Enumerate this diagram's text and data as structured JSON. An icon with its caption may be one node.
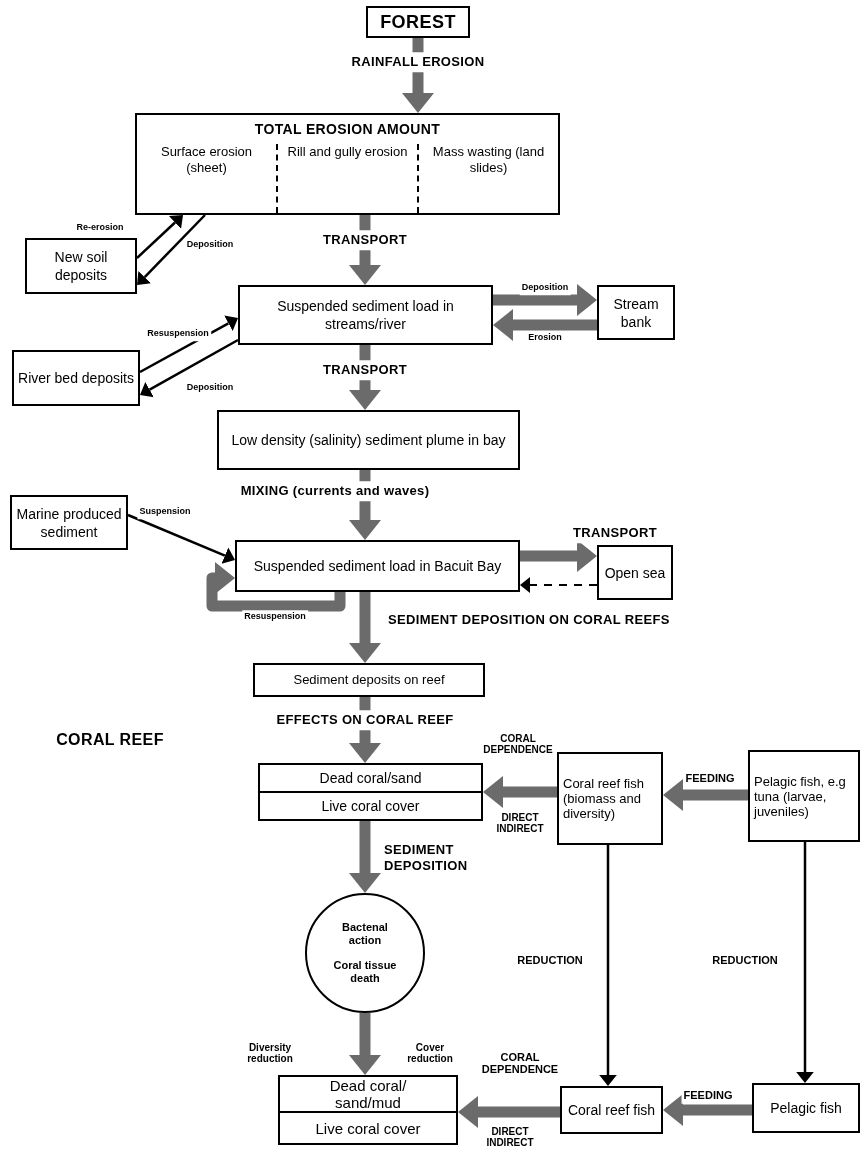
{
  "diagram": {
    "nodes": [
      {
        "text": [
          "FOREST"
        ]
      },
      {
        "text": [
          "TOTAL EROSION AMOUNT",
          "Surface erosion (sheet)",
          "Rill and gully erosion",
          "Mass wasting (land slides)"
        ]
      },
      {
        "text": [
          "New soil deposits"
        ]
      },
      {
        "text": [
          "Suspended sediment load in streams/river"
        ]
      },
      {
        "text": [
          "Stream bank"
        ]
      },
      {
        "text": [
          "River bed deposits"
        ]
      },
      {
        "text": [
          "Low density (salinity) sediment plume in bay"
        ]
      },
      {
        "text": [
          "Marine produced sediment"
        ]
      },
      {
        "text": [
          "Suspended sediment load in Bacuit Bay"
        ]
      },
      {
        "text": [
          "Open sea"
        ]
      },
      {
        "text": [
          "Sediment deposits on reef"
        ]
      },
      {
        "text": [
          "Dead coral/sand",
          "Live coral cover"
        ]
      },
      {
        "text": [
          "Coral reef fish (biomass and diversity)"
        ]
      },
      {
        "text": [
          "Pelagic fish, e.g tuna (larvae, juveniles)"
        ]
      },
      {
        "text": [
          "Bactenal action",
          "Coral tissue death"
        ]
      },
      {
        "text": [
          "Dead coral/ sand/mud",
          "Live coral cover"
        ]
      },
      {
        "text": [
          "Coral reef fish"
        ]
      },
      {
        "text": [
          "Pelagic fish"
        ]
      }
    ],
    "edges": [
      {
        "from": 0,
        "to": 1,
        "arrow": "to",
        "label": "RAINFALL EROSION"
      },
      {
        "from": 1,
        "to": 3,
        "arrow": "to",
        "label": "TRANSPORT"
      },
      {
        "from": 2,
        "to": 1,
        "arrow": "to",
        "label": "Re-erosion",
        "color": "#000000"
      },
      {
        "from": 1,
        "to": 2,
        "arrow": "to",
        "label": "Deposition",
        "color": "#000000"
      },
      {
        "from": 3,
        "to": 4,
        "arrow": "to",
        "label": "Deposition"
      },
      {
        "from": 4,
        "to": 3,
        "arrow": "to",
        "label": "Erosion"
      },
      {
        "from": 5,
        "to": 3,
        "arrow": "to",
        "label": "Resuspension",
        "color": "#000000"
      },
      {
        "from": 3,
        "to": 5,
        "arrow": "to",
        "label": "Deposition",
        "color": "#000000"
      },
      {
        "from": 3,
        "to": 6,
        "arrow": "to",
        "label": "TRANSPORT"
      },
      {
        "from": 6,
        "to": 8,
        "arrow": "to",
        "label": "MIXING (currents and waves)"
      },
      {
        "from": 7,
        "to": 8,
        "arrow": "to",
        "label": "Suspension",
        "color": "#000000"
      },
      {
        "from": 8,
        "to": 9,
        "arrow": "to",
        "label": "TRANSPORT"
      },
      {
        "from": 9,
        "to": 8,
        "arrow": "to",
        "style": "dashed",
        "color": "#000000"
      },
      {
        "from": 8,
        "to": 8,
        "arrow": "to",
        "label": "Resuspension"
      },
      {
        "from": 8,
        "to": 10,
        "arrow": "to",
        "label": "SEDIMENT DEPOSITION ON CORAL REEFS"
      },
      {
        "from": 10,
        "to": 11,
        "arrow": "to",
        "label": "EFFECTS ON CORAL REEF"
      },
      {
        "from": 12,
        "to": 11,
        "arrow": "to",
        "label": "DIRECT INDIRECT"
      },
      {
        "from": 13,
        "to": 12,
        "arrow": "to",
        "label": "FEEDING"
      },
      {
        "from": 11,
        "to": 14,
        "arrow": "to",
        "label": "SEDIMENT DEPOSITION"
      },
      {
        "from": 14,
        "to": 15,
        "arrow": "to"
      },
      {
        "from": 12,
        "to": 16,
        "arrow": "to",
        "label": "REDUCTION",
        "color": "#000000"
      },
      {
        "from": 13,
        "to": 17,
        "arrow": "to",
        "label": "REDUCTION",
        "color": "#000000"
      },
      {
        "from": 16,
        "to": 15,
        "arrow": "to",
        "label": "DIRECT INDIRECT"
      },
      {
        "from": 17,
        "to": 16,
        "arrow": "to",
        "label": "FEEDING"
      }
    ],
    "labels": [
      "CORAL REEF",
      "CORAL DEPENDENCE",
      "Diversity reduction",
      "Cover reduction",
      "CORAL DEPENDENCE"
    ]
  }
}
